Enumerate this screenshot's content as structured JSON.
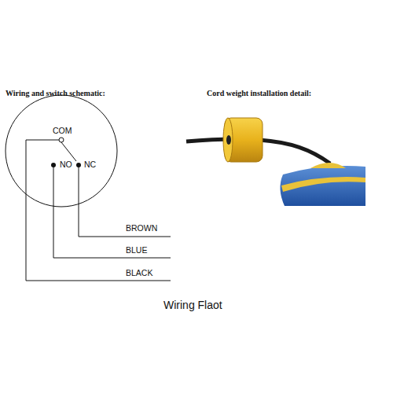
{
  "diagram": {
    "caption": "Wiring Flaot",
    "nodes": [
      {
        "text": [
          "COM",
          "NO",
          "NC"
        ]
      }
    ],
    "labels": [
      "Wiring and switch schematic:",
      "Cord weight installation detail:",
      "BROWN",
      "BLUE",
      "BLACK"
    ]
  }
}
